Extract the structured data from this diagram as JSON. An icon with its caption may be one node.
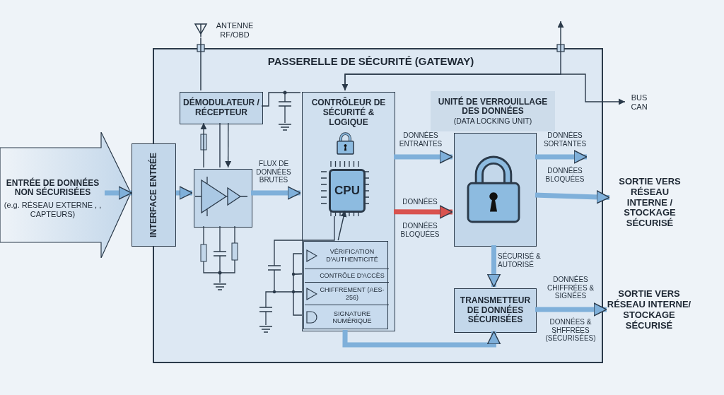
{
  "diagram": {
    "nodes": [
      {
        "text": [
          "PASSERELLE DE SÉCURITÉ (GATEWAY)"
        ]
      },
      {
        "text": [
          "ENTRÉE DE DONNÉES NON SÉCURISÉES",
          "(e.g. RÉSEAU EXTERNE , , CAPTEURS)"
        ]
      },
      {
        "text": [
          "INTERFACE ENTRÉE"
        ]
      },
      {
        "text": [
          "DÉMODULATEUR / RÉCEPTEUR"
        ],
        "in": 0
      },
      {
        "text": [],
        "shape": "box",
        "in": 0
      },
      {
        "text": [
          "CONTRÔLEUR DE SÉCURITÉ & LOGIQUE"
        ],
        "in": 0
      },
      {
        "text": [
          "CPU"
        ],
        "in": 5
      },
      {
        "text": [
          "VÉRIFICATION D'AUTHENTICITÉ"
        ],
        "in": 5
      },
      {
        "text": [
          "CONTRÔLE D'ACCÈS"
        ],
        "in": 5
      },
      {
        "text": [
          "CHIFFREMENT (AES-256)"
        ],
        "in": 5
      },
      {
        "text": [
          "SIGNATURE NUMÉRIQUE"
        ],
        "in": 5
      },
      {
        "text": [
          "UNITÉ DE VERROUILLAGE DES DONNÉES",
          "(DATA LOCKING UNIT)"
        ],
        "in": 0
      },
      {
        "text": [],
        "shape": "box",
        "in": 0
      },
      {
        "text": [
          "TRANSMETTEUR DE DONNÉES SÉCURISÉES"
        ],
        "in": 0
      },
      {
        "text": [
          "SORTIE VERS RÉSEAU INTERNE / STOCKAGE SÉCURISÉ"
        ]
      },
      {
        "text": [
          "SORTIE VERS RÉSEAU INTERNE/ STOCKAGE SÉCURISÉ"
        ]
      },
      {
        "text": [
          "ANTENNE RF/OBD"
        ]
      },
      {
        "text": [
          "BUS CAN"
        ]
      }
    ],
    "edges": [
      {
        "from": 1,
        "to": 2,
        "arrow": "to",
        "style": "thick",
        "color": "#7fb0da"
      },
      {
        "from": 2,
        "to": 4,
        "arrow": "to",
        "style": "thick",
        "color": "#7fb0da"
      },
      {
        "from": 4,
        "to": 5,
        "arrow": "to",
        "style": "thick",
        "color": "#7fb0da",
        "label": "FLUX DE DONNÉES BRUTES"
      },
      {
        "from": 5,
        "to": 12,
        "arrow": "to",
        "style": "thick",
        "color": "#7fb0da",
        "label": "DONNÉES ENTRANTES"
      },
      {
        "from": 5,
        "to": 12,
        "arrow": "to",
        "style": "thick",
        "color": "#d9534f",
        "label": "DONNÉES"
      },
      {
        "from": 12,
        "to": null,
        "arrow": "to",
        "style": "thick",
        "color": "#7fb0da",
        "label": "DONNÉES SORTANTES"
      },
      {
        "from": 12,
        "to": 14,
        "arrow": "to",
        "style": "thick",
        "color": "#7fb0da",
        "label": "DONNÉES BLOQUÉES"
      },
      {
        "from": 12,
        "to": 13,
        "arrow": "to",
        "style": "thick",
        "color": "#7fb0da",
        "label": "SÉCURISÉ & AUTORISÉ"
      },
      {
        "from": 13,
        "to": 15,
        "arrow": "to",
        "style": "thick",
        "color": "#7fb0da",
        "label": "DONNÉES CHIFFRÉES & SIGNÉES"
      },
      {
        "from": 5,
        "to": 13,
        "arrow": "to",
        "style": "thick",
        "color": "#7fb0da"
      },
      {
        "from": 16,
        "to": 3,
        "arrow": "none"
      },
      {
        "from": 3,
        "to": 4,
        "arrow": "to"
      },
      {
        "from": 4,
        "to": 3,
        "arrow": "to"
      },
      {
        "from": 3,
        "to": 4,
        "arrow": "none"
      },
      {
        "from": 5,
        "to": 17,
        "arrow": "both"
      },
      {
        "from": 5,
        "to": null,
        "arrow": "to"
      },
      {
        "from": 7,
        "to": 8,
        "arrow": "none"
      },
      {
        "from": 8,
        "to": 9,
        "arrow": "none"
      },
      {
        "from": 9,
        "to": 10,
        "arrow": "none"
      },
      {
        "from": 7,
        "to": 6,
        "arrow": "to"
      },
      {
        "from": 3,
        "to": 5,
        "arrow": "none"
      }
    ],
    "labels": [
      "DONNÉES BLOQUÉES",
      "DONNÉES & SHFFRÉES (SÉCURISÉES)"
    ]
  }
}
